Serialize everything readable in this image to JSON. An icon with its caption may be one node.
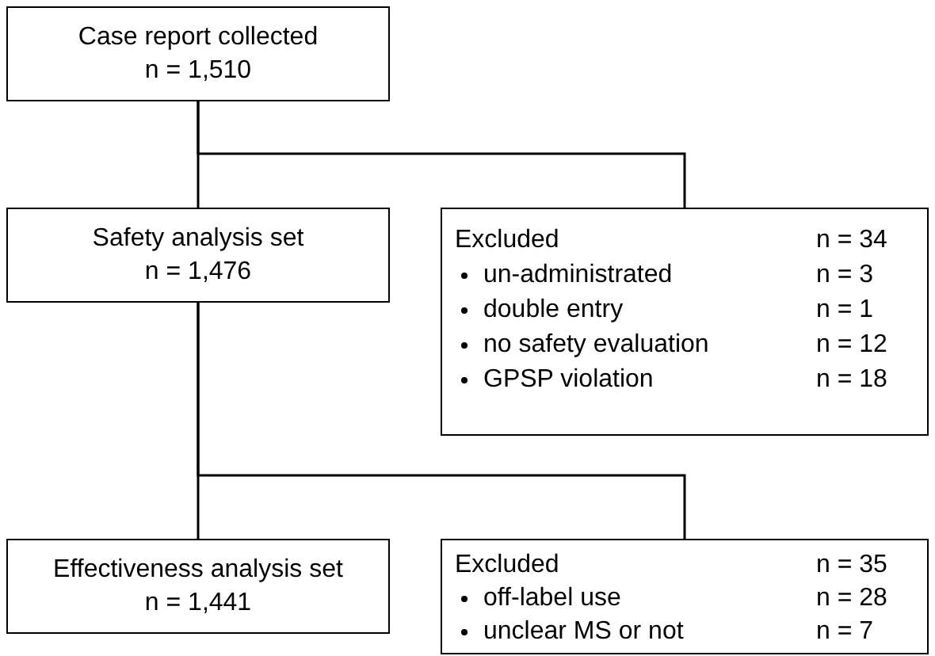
{
  "diagram": {
    "nodes": [
      {
        "text": [
          "Case report collected",
          "n = 1,510"
        ]
      },
      {
        "text": [
          "Safety analysis set",
          "n = 1,476"
        ]
      },
      {
        "text": [
          "Excluded",
          "n = 34",
          "un-administrated",
          "n = 3",
          "double entry",
          "n = 1",
          "no safety evaluation",
          "n = 12",
          "GPSP violation",
          "n = 18"
        ]
      },
      {
        "text": [
          "Effectiveness analysis set",
          "n = 1,441"
        ]
      },
      {
        "text": [
          "Excluded",
          "n = 35",
          "off-label use",
          "n = 28",
          "unclear MS or not",
          "n = 7"
        ]
      }
    ],
    "edges": [
      {
        "from": 0,
        "to": 1,
        "arrow": "none"
      },
      {
        "from": 0,
        "to": 2,
        "arrow": "none"
      },
      {
        "from": 1,
        "to": 3,
        "arrow": "none"
      },
      {
        "from": 1,
        "to": 4,
        "arrow": "none"
      }
    ]
  }
}
